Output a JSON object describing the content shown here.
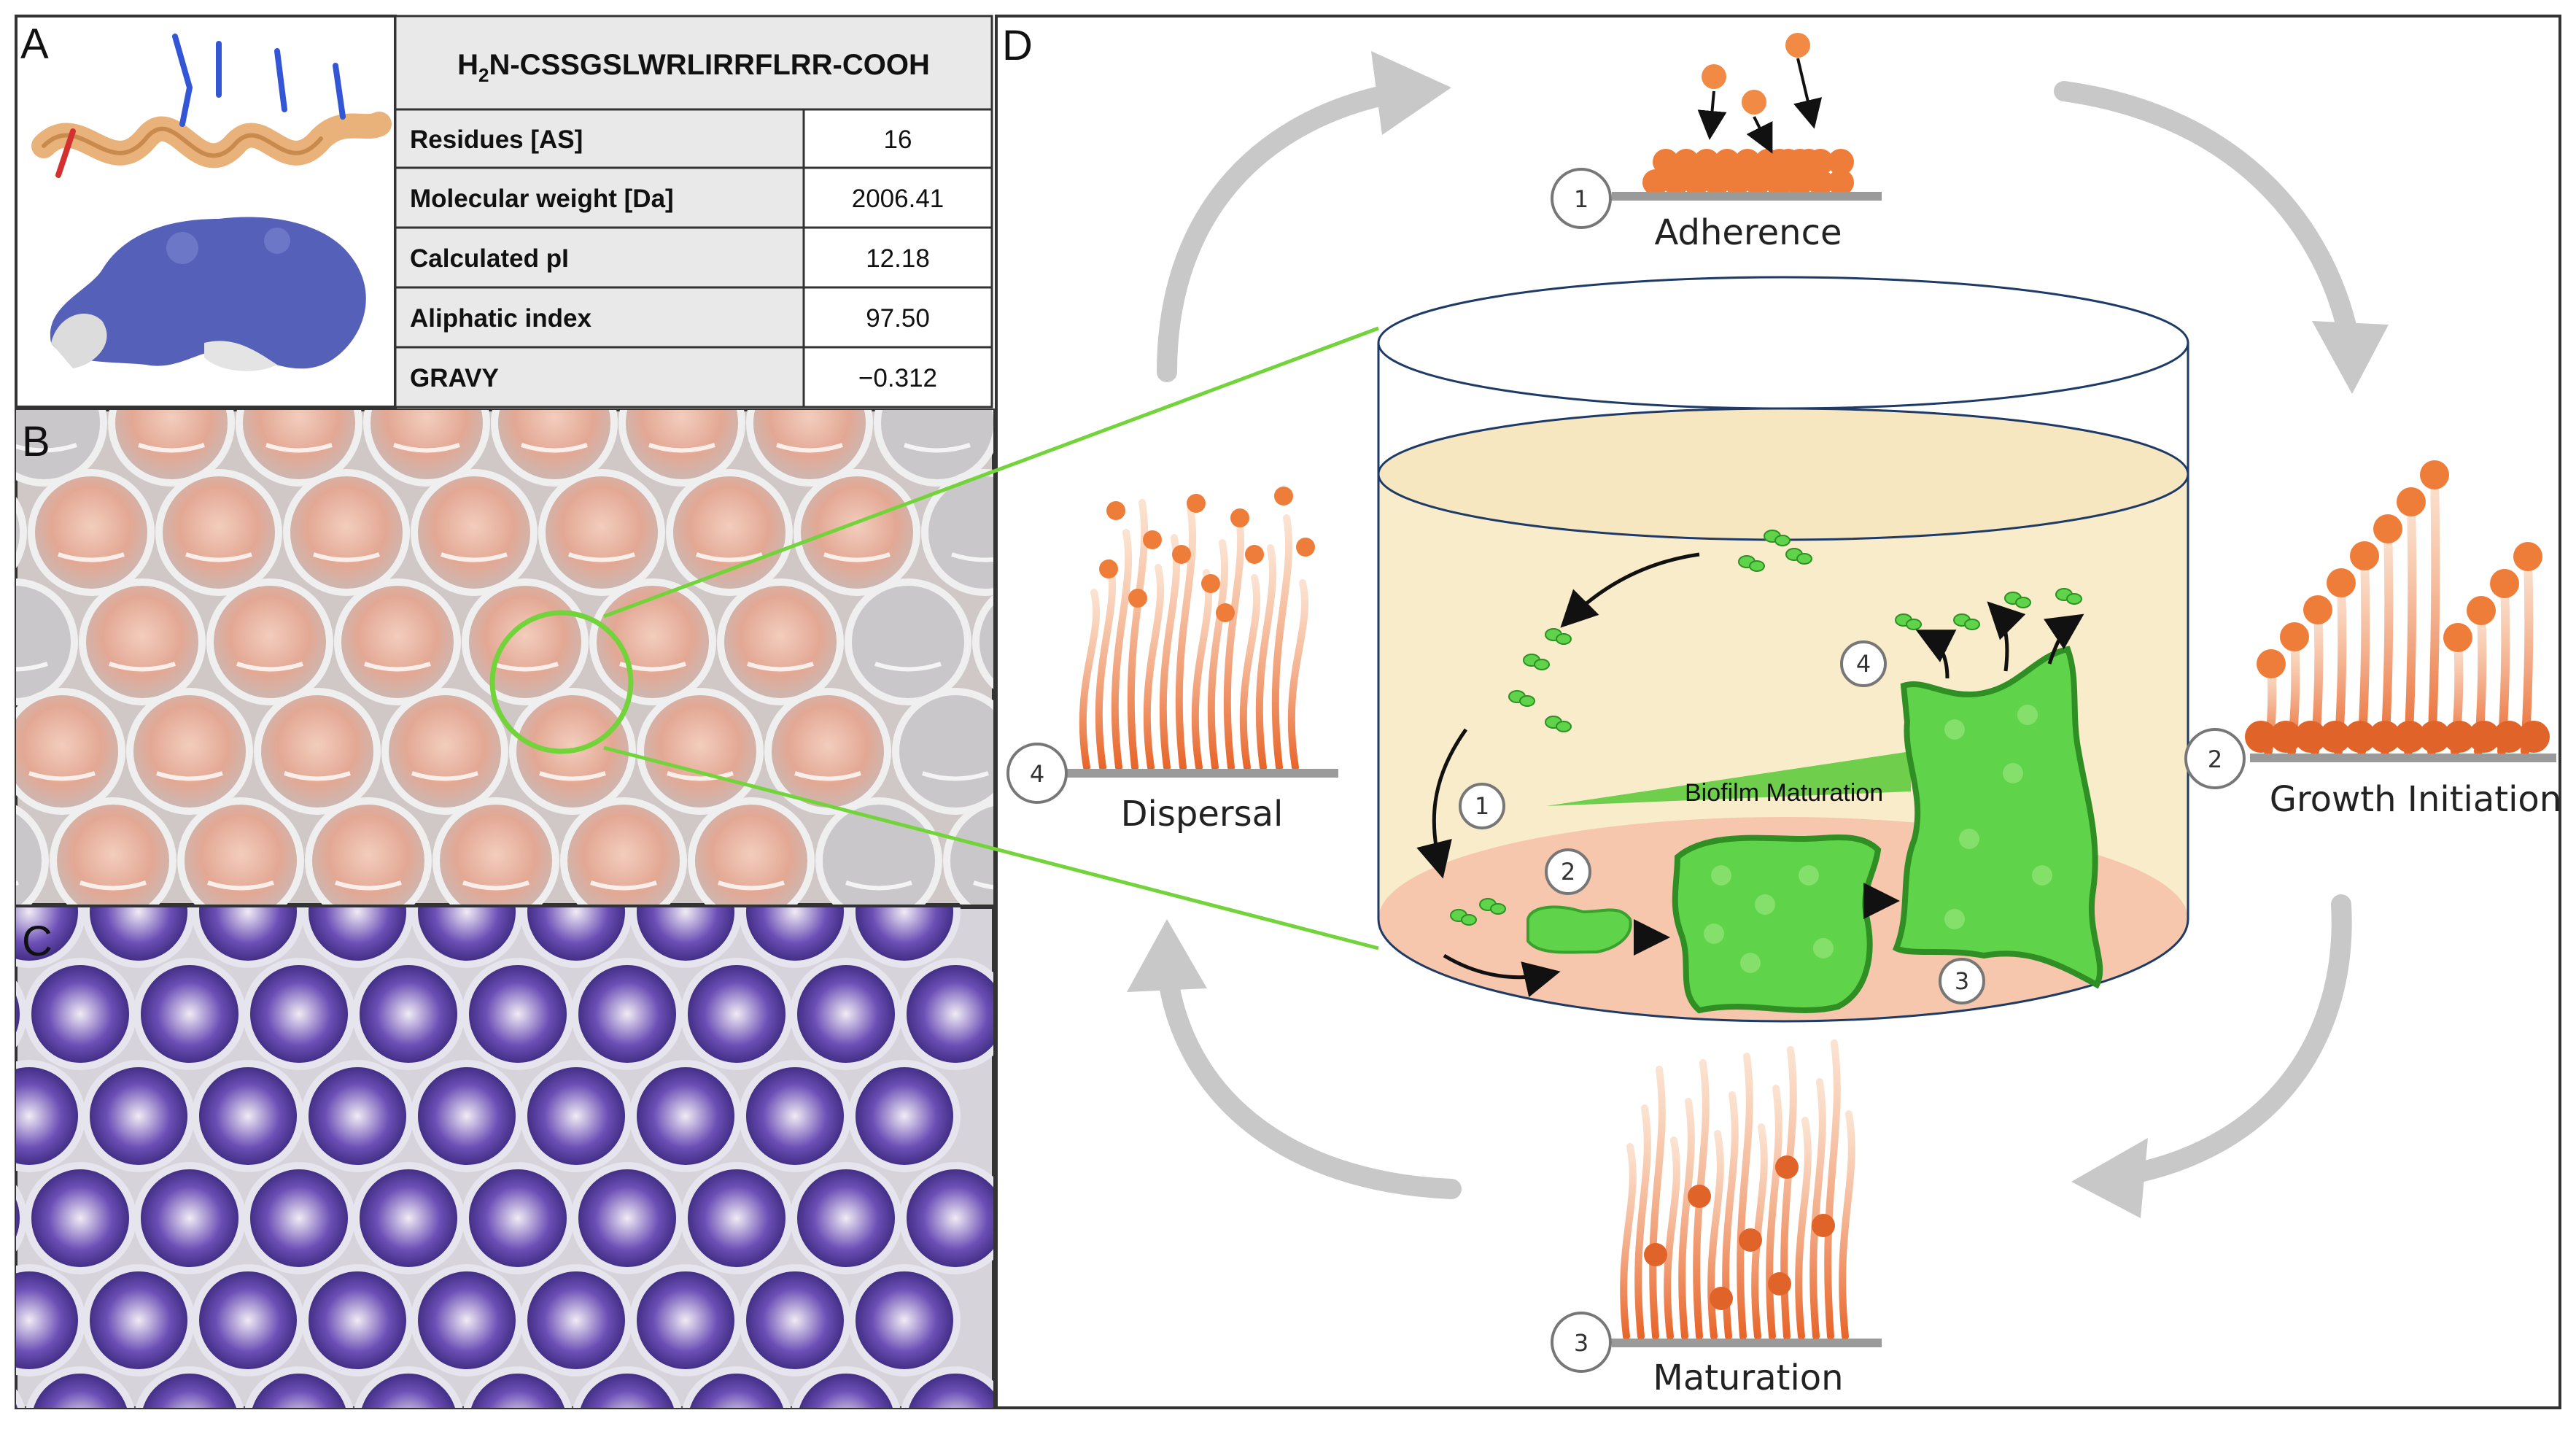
{
  "panel_labels": {
    "a": "A",
    "b": "B",
    "c": "C",
    "d": "D"
  },
  "peptide": {
    "seq_prefix": "H",
    "seq_sub": "2",
    "seq_rest": "N-CSSGSLWRLIRRFLRR-COOH",
    "rows": [
      {
        "label": "Residues [AS]",
        "value": "16"
      },
      {
        "label": "Molecular weight [Da]",
        "value": "2006.41"
      },
      {
        "label": "Calculated pI",
        "value": "12.18"
      },
      {
        "label": "Aliphatic index",
        "value": "97.50"
      },
      {
        "label": "GRAVY",
        "value": "−0.312"
      }
    ]
  },
  "cycle": {
    "stages": [
      {
        "num": "1",
        "label": "Adherence"
      },
      {
        "num": "2",
        "label": "Growth Initiation"
      },
      {
        "num": "3",
        "label": "Maturation"
      },
      {
        "num": "4",
        "label": "Dispersal"
      }
    ],
    "inner_steps": [
      "1",
      "2",
      "3",
      "4"
    ],
    "gradient_label": "Biofilm Maturation"
  },
  "colors": {
    "orange": "#ef7d3a",
    "green": "#5fd34a",
    "dark_green": "#2f8f25",
    "medium": "#f9eccb",
    "well_floor": "#f6c7ad",
    "crystal_violet": "#5b3fa6",
    "plate_pink": "#e9b9a6",
    "arrow_grey": "#c8c8c8",
    "zoom_green": "#72d33a"
  }
}
